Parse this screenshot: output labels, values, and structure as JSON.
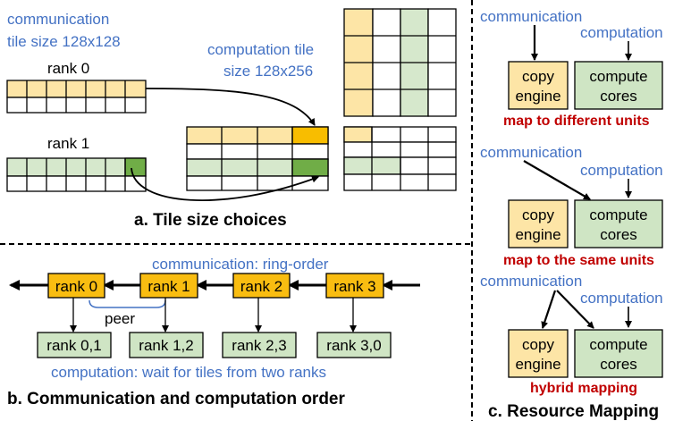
{
  "panel_a": {
    "comm_tile_line1": "communication",
    "comm_tile_line2": "tile size 128x128",
    "comp_tile_line1": "computation tile",
    "comp_tile_line2": "size 128x256",
    "rank0": "rank 0",
    "rank1": "rank 1",
    "caption": "a. Tile size choices"
  },
  "panel_b": {
    "comm_order": "communication: ring-order",
    "ranks": [
      "rank 0",
      "rank 1",
      "rank 2",
      "rank 3"
    ],
    "pairs": [
      "rank 0,1",
      "rank 1,2",
      "rank 2,3",
      "rank 3,0"
    ],
    "peer": "peer",
    "comp_note": "computation: wait for tiles from two ranks",
    "caption": "b. Communication and computation order"
  },
  "panel_c": {
    "communication": "communication",
    "computation": "computation",
    "copy_line1": "copy",
    "copy_line2": "engine",
    "compute_line1": "compute",
    "compute_line2": "cores",
    "label1": "map to different units",
    "label2": "map to the same units",
    "label3": "hybrid mapping",
    "caption": "c. Resource Mapping"
  },
  "colors": {
    "yellow_light": "#fde5a6",
    "yellow_dark": "#f8bd00",
    "green_light": "#d6e8cc",
    "green_dark": "#70ad47",
    "box_green": "#cfe5c4",
    "box_yellow": "#fde5a6",
    "rank_orange": "#f9bd11",
    "text_blue": "#4472c4",
    "text_red": "#c00000"
  }
}
